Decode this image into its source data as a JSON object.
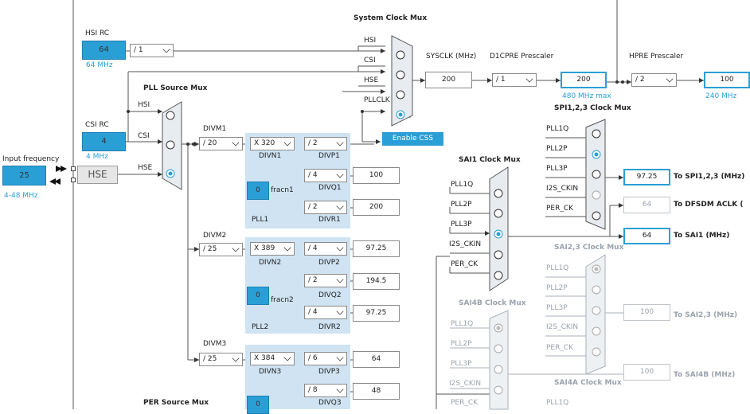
{
  "titles": {
    "system_clock_mux": "System Clock Mux",
    "pll_source_mux": "PLL Source Mux",
    "sai1_clock_mux": "SAI1 Clock Mux",
    "spi123_clock_mux": "SPI1,2,3 Clock Mux",
    "sai23_clock_mux": "SAI2,3 Clock Mux",
    "sai4b_clock_mux": "SAI4B Clock Mux",
    "sai4a_clock_mux": "SAI4A Clock Mux",
    "per_source_mux": "PER Source Mux"
  },
  "hsi_rc": {
    "label": "HSI RC",
    "value": "64",
    "freq": "64 MHz",
    "divider": "/ 1"
  },
  "csi_rc": {
    "label": "CSI RC",
    "value": "4",
    "freq": "4 MHz"
  },
  "input_frequency": {
    "label": "Input frequency",
    "value": "25",
    "range": "4-48 MHz",
    "hse": "HSE"
  },
  "sys_mux_inputs": {
    "hsi": "HSI",
    "csi": "CSI",
    "hse": "HSE",
    "pllclk": "PLLCLK"
  },
  "pll_mux_inputs": {
    "hsi": "HSI",
    "csi": "CSI",
    "hse": "HSE"
  },
  "sysclk": {
    "label": "SYSCLK (MHz)",
    "value": "200"
  },
  "d1cpre": {
    "label": "D1CPRE Prescaler",
    "divider": "/ 1",
    "value": "200",
    "max": "480 MHz max"
  },
  "hpre": {
    "label": "HPRE Prescaler",
    "divider": "/ 2",
    "value": "100",
    "max": "240 MHz"
  },
  "enable_css": "Enable CSS",
  "pll1": {
    "divm_label": "DIVM1",
    "divm": "/ 20",
    "mult": "X 320",
    "divn_label": "DIVN1",
    "divp": "/ 2",
    "divp_label": "DIVP1",
    "divq": "/ 4",
    "divq_label": "DIVQ1",
    "q_value": "100",
    "divr": "/ 2",
    "divr_label": "DIVR1",
    "r_value": "200",
    "frac_value": "0",
    "frac_label": "fracn1",
    "name": "PLL1"
  },
  "pll2": {
    "divm_label": "DIVM2",
    "divm": "/ 25",
    "mult": "X 389",
    "divn_label": "DIVN2",
    "divp": "/ 4",
    "divp_label": "DIVP2",
    "p_value": "97.25",
    "divq": "/ 2",
    "divq_label": "DIVQ2",
    "q_value": "194.5",
    "divr": "/ 4",
    "divr_label": "DIVR2",
    "r_value": "97.25",
    "frac_value": "0",
    "frac_label": "fracn2",
    "name": "PLL2"
  },
  "pll3": {
    "divm_label": "DIVM3",
    "divm": "/ 25",
    "mult": "X 384",
    "divn_label": "DIVN3",
    "divp": "/ 6",
    "divp_label": "DIVP3",
    "p_value": "64",
    "divq": "/ 8",
    "divq_label": "DIVQ3",
    "q_value": "48",
    "frac_value": "0"
  },
  "sai1_inputs": [
    "PLL1Q",
    "PLL2P",
    "PLL3P",
    "I2S_CKIN",
    "PER_CK"
  ],
  "spi_inputs": [
    "PLL1Q",
    "PLL2P",
    "PLL3P",
    "I2S_CKIN",
    "PER_CK"
  ],
  "sai23_inputs": [
    "PLL1Q",
    "PLL2P",
    "PLL3P",
    "I2S_CKIN",
    "PER_CK"
  ],
  "sai4b_inputs": [
    "PLL1Q",
    "PLL2P",
    "PLL3P",
    "I2S_CKIN",
    "PER_CK"
  ],
  "sai4a_inputs": [
    "PLL1Q"
  ],
  "outputs": {
    "spi123": {
      "value": "97.25",
      "label": "To SPI1,2,3 (MHz)"
    },
    "dfsdm": {
      "value": "64",
      "label": "To DFSDM ACLK ("
    },
    "sai1": {
      "value": "64",
      "label": "To SAI1 (MHz)"
    },
    "sai23": {
      "value": "100",
      "label": "To SAI2,3 (MHz)"
    },
    "sai4b": {
      "value": "100",
      "label": "To SAI4B (MHz)"
    }
  },
  "colors": {
    "accent": "#2a9fd6",
    "panel": "#cfe3f3",
    "disabled": "#9aa3ad"
  }
}
